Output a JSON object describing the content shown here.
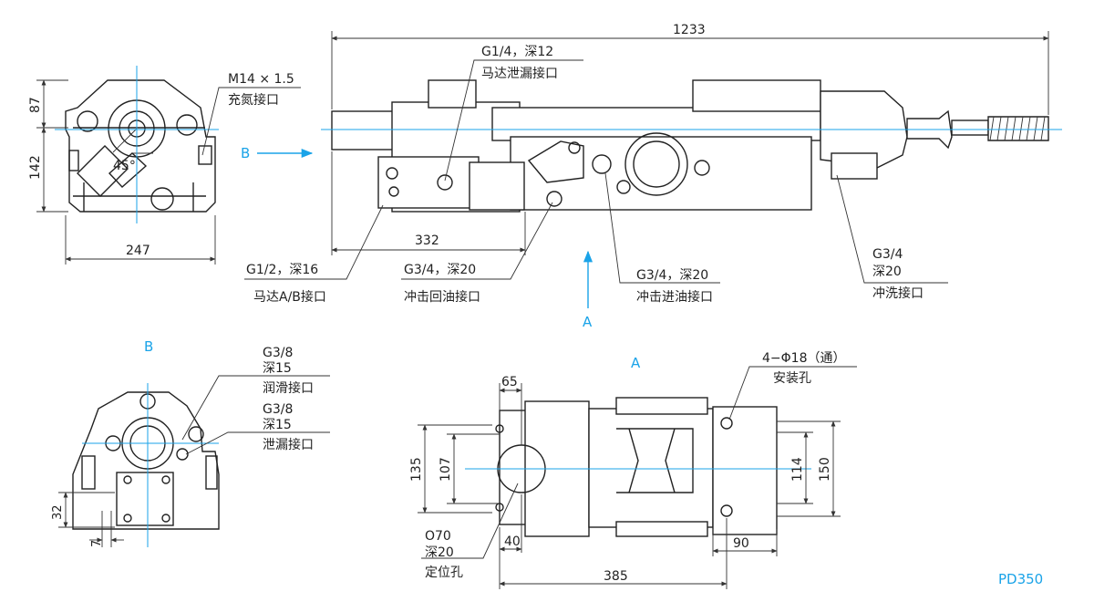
{
  "colors": {
    "accent": "#1aa3e8",
    "line": "#222222",
    "background": "#ffffff"
  },
  "model": "PD350",
  "view_labels": {
    "b_arrow": "B",
    "a_arrow": "A",
    "b_view_title": "B",
    "a_view_title": "A"
  },
  "end_view": {
    "dim_width": "247",
    "dim_upper": "87",
    "dim_lower": "142",
    "angle": "45°",
    "callout_nitrogen": {
      "line1": "M14 × 1.5",
      "line2": "充氮接口"
    }
  },
  "side_view": {
    "dim_total": "1233",
    "dim_332": "332",
    "callouts": {
      "motor_leak": {
        "line1": "G1/4，深12",
        "line2": "马达泄漏接口"
      },
      "motor_ab": {
        "line1": "G1/2，深16",
        "line2": "马达A/B接口"
      },
      "impact_return": {
        "line1": "G3/4，深20",
        "line2": "冲击回油接口"
      },
      "impact_inlet": {
        "line1": "G3/4，深20",
        "line2": "冲击进油接口"
      },
      "flush": {
        "line1": "G3/4",
        "line2": "深20",
        "line3": "冲洗接口"
      }
    }
  },
  "b_view": {
    "lube": {
      "line1": "G3/8",
      "line2": "深15",
      "line3": "润滑接口"
    },
    "leak": {
      "line1": "G3/8",
      "line2": "深15",
      "line3": "泄漏接口"
    },
    "dim_32": "32",
    "dim_7": "7"
  },
  "a_view": {
    "mount": {
      "line1": "4−Φ18（通）",
      "line2": "安装孔"
    },
    "locating": {
      "line1": "O70",
      "line2": "深20",
      "line3": "定位孔"
    },
    "dim_65": "65",
    "dim_135": "135",
    "dim_107": "107",
    "dim_114": "114",
    "dim_150": "150",
    "dim_40": "40",
    "dim_90": "90",
    "dim_385": "385"
  }
}
